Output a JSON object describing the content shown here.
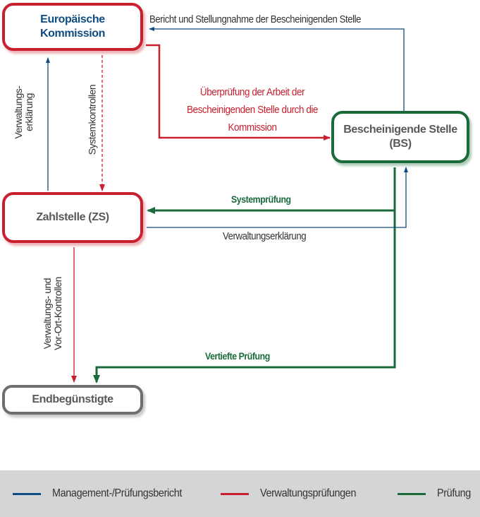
{
  "nodes": {
    "europaeische_kommission": {
      "line1": "Europäische",
      "line2": "Kommission"
    },
    "bescheinigende_stelle": {
      "line1": "Bescheinigende Stelle",
      "line2": "(BS)"
    },
    "zahlstelle": {
      "label": "Zahlstelle (ZS)"
    },
    "endbeguenstigte": {
      "label": "Endbegünstigte"
    }
  },
  "edges": {
    "bericht": "Bericht und Stellungnahme der Bescheinigenden Stelle",
    "ueberpruefung": "Überprüfung der Arbeit der Bescheinigenden Stelle durch die Kommission",
    "verwaltungserklaerung_vertical_1": "Verwaltungs-",
    "verwaltungserklaerung_vertical_2": "erklärung",
    "systemkontrollen": "Systemkontrollen",
    "systempruefung": "Systemprüfung",
    "verwaltungserklaerung": "Verwaltungserklärung",
    "vor_ort_1": "Verwaltungs- und",
    "vor_ort_2": "Vor-Ort-Kontrollen",
    "vertiefte_pruefung": "Vertiefte Prüfung"
  },
  "colors": {
    "blue": "#0f4c81",
    "red": "#c8202f",
    "green": "#1a6a3a",
    "grey": "#6d6e70"
  },
  "legend": [
    {
      "label": "Management-/Prüfungsbericht",
      "color": "#0f4c81"
    },
    {
      "label": "Verwaltungsprüfungen",
      "color": "#c8202f"
    },
    {
      "label": "Prüfung",
      "color": "#1a6a3a"
    }
  ]
}
